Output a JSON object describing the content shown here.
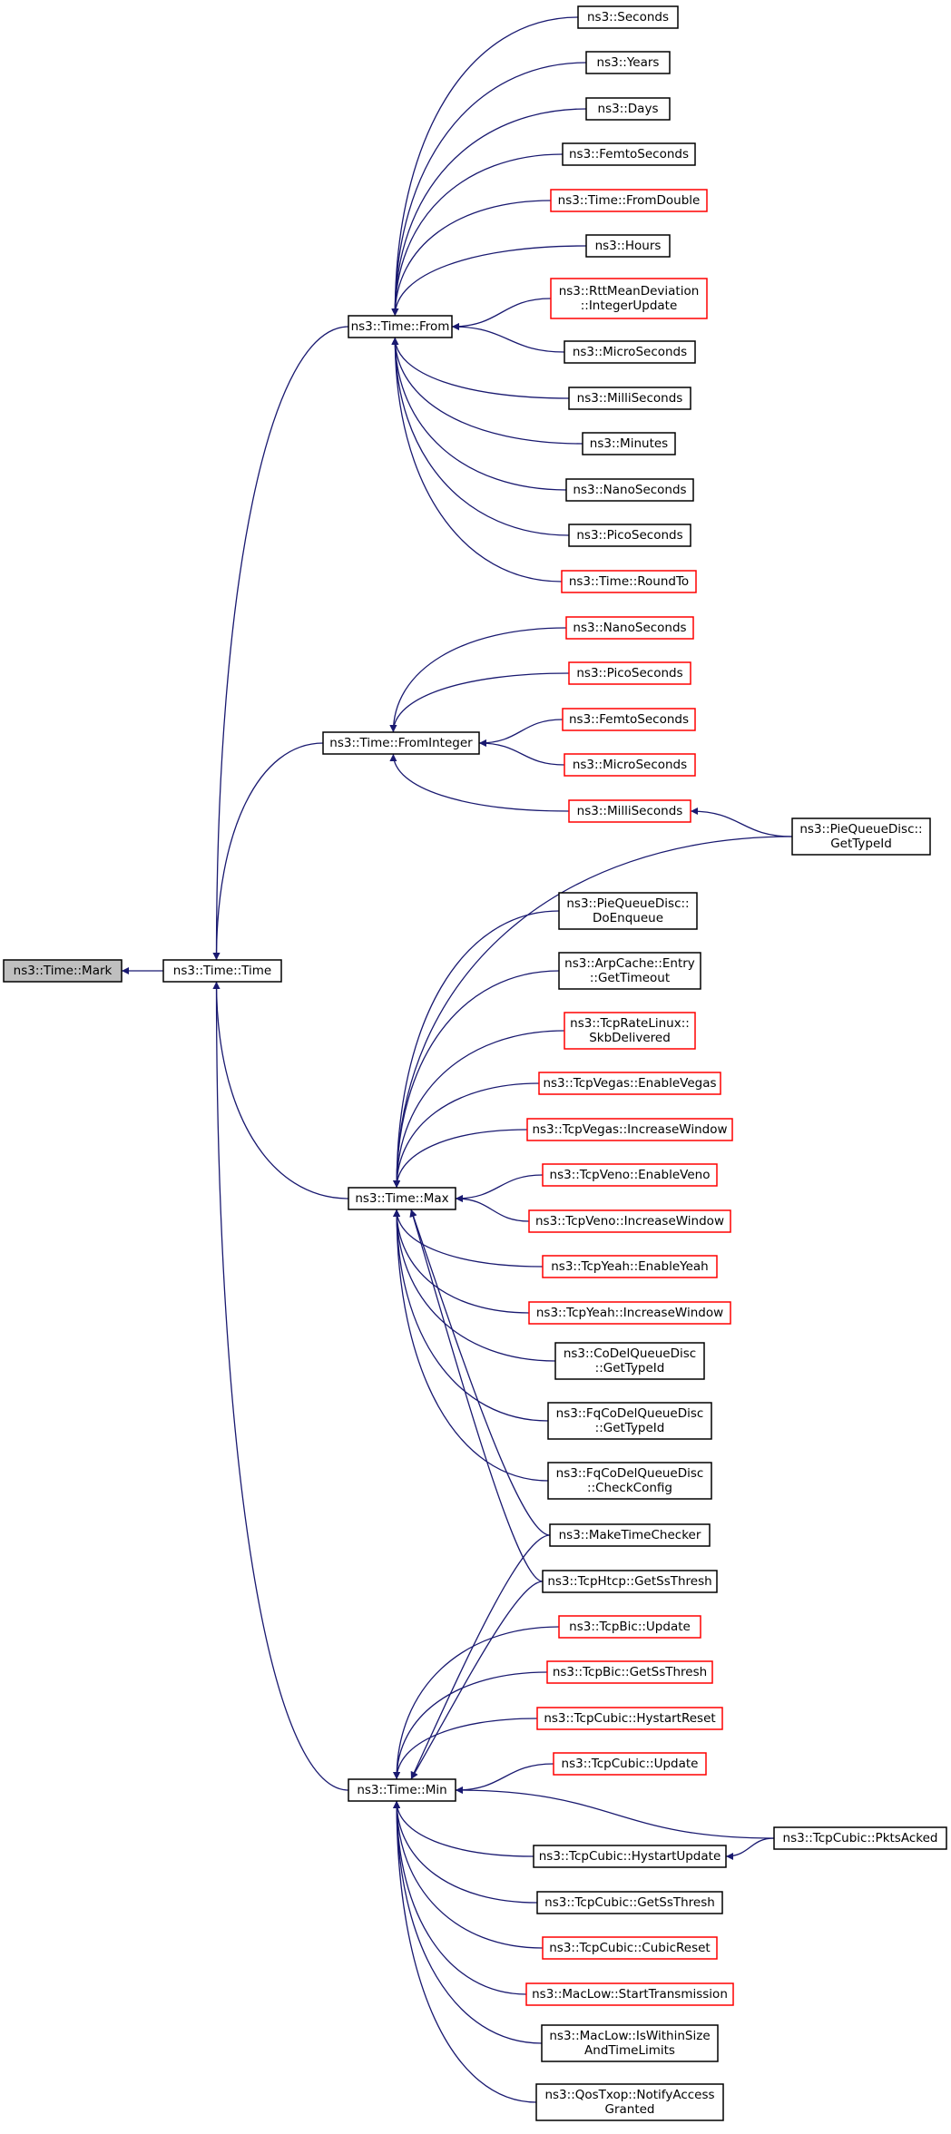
{
  "colors": {
    "edge": "#191970",
    "box_normal": "#000000",
    "box_truncated": "#ff0000",
    "box_root_fill": "#bfbfbf",
    "box_fill": "#ffffff"
  },
  "nodes": [
    {
      "id": "mark",
      "lines": [
        "ns3::Time::Mark"
      ],
      "style": "root"
    },
    {
      "id": "time",
      "lines": [
        "ns3::Time::Time"
      ],
      "style": "normal"
    },
    {
      "id": "from",
      "lines": [
        "ns3::Time::From"
      ],
      "style": "normal"
    },
    {
      "id": "fromint",
      "lines": [
        "ns3::Time::FromInteger"
      ],
      "style": "normal"
    },
    {
      "id": "max",
      "lines": [
        "ns3::Time::Max"
      ],
      "style": "normal"
    },
    {
      "id": "min",
      "lines": [
        "ns3::Time::Min"
      ],
      "style": "normal"
    },
    {
      "id": "seconds",
      "lines": [
        "ns3::Seconds"
      ],
      "style": "normal"
    },
    {
      "id": "years",
      "lines": [
        "ns3::Years"
      ],
      "style": "normal"
    },
    {
      "id": "days",
      "lines": [
        "ns3::Days"
      ],
      "style": "normal"
    },
    {
      "id": "femto1",
      "lines": [
        "ns3::FemtoSeconds"
      ],
      "style": "normal"
    },
    {
      "id": "fromdouble",
      "lines": [
        "ns3::Time::FromDouble"
      ],
      "style": "truncated"
    },
    {
      "id": "hours",
      "lines": [
        "ns3::Hours"
      ],
      "style": "normal"
    },
    {
      "id": "rtt",
      "lines": [
        "ns3::RttMeanDeviation",
        "::IntegerUpdate"
      ],
      "style": "truncated"
    },
    {
      "id": "micro1",
      "lines": [
        "ns3::MicroSeconds"
      ],
      "style": "normal"
    },
    {
      "id": "milli1",
      "lines": [
        "ns3::MilliSeconds"
      ],
      "style": "normal"
    },
    {
      "id": "minutes",
      "lines": [
        "ns3::Minutes"
      ],
      "style": "normal"
    },
    {
      "id": "nano1",
      "lines": [
        "ns3::NanoSeconds"
      ],
      "style": "normal"
    },
    {
      "id": "pico1",
      "lines": [
        "ns3::PicoSeconds"
      ],
      "style": "normal"
    },
    {
      "id": "roundto",
      "lines": [
        "ns3::Time::RoundTo"
      ],
      "style": "truncated"
    },
    {
      "id": "nano2",
      "lines": [
        "ns3::NanoSeconds"
      ],
      "style": "truncated"
    },
    {
      "id": "pico2",
      "lines": [
        "ns3::PicoSeconds"
      ],
      "style": "truncated"
    },
    {
      "id": "femto2",
      "lines": [
        "ns3::FemtoSeconds"
      ],
      "style": "truncated"
    },
    {
      "id": "micro2",
      "lines": [
        "ns3::MicroSeconds"
      ],
      "style": "truncated"
    },
    {
      "id": "milli2",
      "lines": [
        "ns3::MilliSeconds"
      ],
      "style": "truncated"
    },
    {
      "id": "piegettype",
      "lines": [
        "ns3::PieQueueDisc::",
        "GetTypeId"
      ],
      "style": "normal"
    },
    {
      "id": "pieenq",
      "lines": [
        "ns3::PieQueueDisc::",
        "DoEnqueue"
      ],
      "style": "normal"
    },
    {
      "id": "arpcache",
      "lines": [
        "ns3::ArpCache::Entry",
        "::GetTimeout"
      ],
      "style": "normal"
    },
    {
      "id": "tcprate",
      "lines": [
        "ns3::TcpRateLinux::",
        "SkbDelivered"
      ],
      "style": "truncated"
    },
    {
      "id": "vegasen",
      "lines": [
        "ns3::TcpVegas::EnableVegas"
      ],
      "style": "truncated"
    },
    {
      "id": "vegasinc",
      "lines": [
        "ns3::TcpVegas::IncreaseWindow"
      ],
      "style": "truncated"
    },
    {
      "id": "venoen",
      "lines": [
        "ns3::TcpVeno::EnableVeno"
      ],
      "style": "truncated"
    },
    {
      "id": "venoinc",
      "lines": [
        "ns3::TcpVeno::IncreaseWindow"
      ],
      "style": "truncated"
    },
    {
      "id": "yeahen",
      "lines": [
        "ns3::TcpYeah::EnableYeah"
      ],
      "style": "truncated"
    },
    {
      "id": "yeahinc",
      "lines": [
        "ns3::TcpYeah::IncreaseWindow"
      ],
      "style": "truncated"
    },
    {
      "id": "codel",
      "lines": [
        "ns3::CoDelQueueDisc",
        "::GetTypeId"
      ],
      "style": "normal"
    },
    {
      "id": "fqgettype",
      "lines": [
        "ns3::FqCoDelQueueDisc",
        "::GetTypeId"
      ],
      "style": "normal"
    },
    {
      "id": "fqcheck",
      "lines": [
        "ns3::FqCoDelQueueDisc",
        "::CheckConfig"
      ],
      "style": "normal"
    },
    {
      "id": "maketime",
      "lines": [
        "ns3::MakeTimeChecker"
      ],
      "style": "normal"
    },
    {
      "id": "htcp",
      "lines": [
        "ns3::TcpHtcp::GetSsThresh"
      ],
      "style": "normal"
    },
    {
      "id": "bicupd",
      "lines": [
        "ns3::TcpBic::Update"
      ],
      "style": "truncated"
    },
    {
      "id": "bicss",
      "lines": [
        "ns3::TcpBic::GetSsThresh"
      ],
      "style": "truncated"
    },
    {
      "id": "cubhyreset",
      "lines": [
        "ns3::TcpCubic::HystartReset"
      ],
      "style": "truncated"
    },
    {
      "id": "cubupd",
      "lines": [
        "ns3::TcpCubic::Update"
      ],
      "style": "truncated"
    },
    {
      "id": "cubpkts",
      "lines": [
        "ns3::TcpCubic::PktsAcked"
      ],
      "style": "normal"
    },
    {
      "id": "cubhyupd",
      "lines": [
        "ns3::TcpCubic::HystartUpdate"
      ],
      "style": "normal"
    },
    {
      "id": "cubss",
      "lines": [
        "ns3::TcpCubic::GetSsThresh"
      ],
      "style": "normal"
    },
    {
      "id": "cubreset",
      "lines": [
        "ns3::TcpCubic::CubicReset"
      ],
      "style": "truncated"
    },
    {
      "id": "macstart",
      "lines": [
        "ns3::MacLow::StartTransmission"
      ],
      "style": "truncated"
    },
    {
      "id": "macwithin",
      "lines": [
        "ns3::MacLow::IsWithinSize",
        "AndTimeLimits"
      ],
      "style": "normal"
    },
    {
      "id": "qos",
      "lines": [
        "ns3::QosTxop::NotifyAccess",
        "Granted"
      ],
      "style": "normal"
    }
  ],
  "edges": [
    [
      "time",
      "mark"
    ],
    [
      "from",
      "time"
    ],
    [
      "fromint",
      "time"
    ],
    [
      "max",
      "time"
    ],
    [
      "min",
      "time"
    ],
    [
      "seconds",
      "from"
    ],
    [
      "years",
      "from"
    ],
    [
      "days",
      "from"
    ],
    [
      "femto1",
      "from"
    ],
    [
      "fromdouble",
      "from"
    ],
    [
      "hours",
      "from"
    ],
    [
      "rtt",
      "from"
    ],
    [
      "micro1",
      "from"
    ],
    [
      "milli1",
      "from"
    ],
    [
      "minutes",
      "from"
    ],
    [
      "nano1",
      "from"
    ],
    [
      "pico1",
      "from"
    ],
    [
      "roundto",
      "from"
    ],
    [
      "nano2",
      "fromint"
    ],
    [
      "pico2",
      "fromint"
    ],
    [
      "femto2",
      "fromint"
    ],
    [
      "micro2",
      "fromint"
    ],
    [
      "milli2",
      "fromint"
    ],
    [
      "piegettype",
      "milli2"
    ],
    [
      "piegettype",
      "max"
    ],
    [
      "pieenq",
      "max"
    ],
    [
      "arpcache",
      "max"
    ],
    [
      "tcprate",
      "max"
    ],
    [
      "vegasen",
      "max"
    ],
    [
      "vegasinc",
      "max"
    ],
    [
      "venoen",
      "max"
    ],
    [
      "venoinc",
      "max"
    ],
    [
      "yeahen",
      "max"
    ],
    [
      "yeahinc",
      "max"
    ],
    [
      "codel",
      "max"
    ],
    [
      "fqgettype",
      "max"
    ],
    [
      "fqcheck",
      "max"
    ],
    [
      "maketime",
      "max"
    ],
    [
      "htcp",
      "max"
    ],
    [
      "maketime",
      "min"
    ],
    [
      "htcp",
      "min"
    ],
    [
      "bicupd",
      "min"
    ],
    [
      "bicss",
      "min"
    ],
    [
      "cubhyreset",
      "min"
    ],
    [
      "cubupd",
      "min"
    ],
    [
      "cubpkts",
      "min"
    ],
    [
      "cubhyupd",
      "min"
    ],
    [
      "cubss",
      "min"
    ],
    [
      "cubreset",
      "min"
    ],
    [
      "macstart",
      "min"
    ],
    [
      "macwithin",
      "min"
    ],
    [
      "qos",
      "min"
    ],
    [
      "cubpkts",
      "cubhyupd"
    ]
  ]
}
